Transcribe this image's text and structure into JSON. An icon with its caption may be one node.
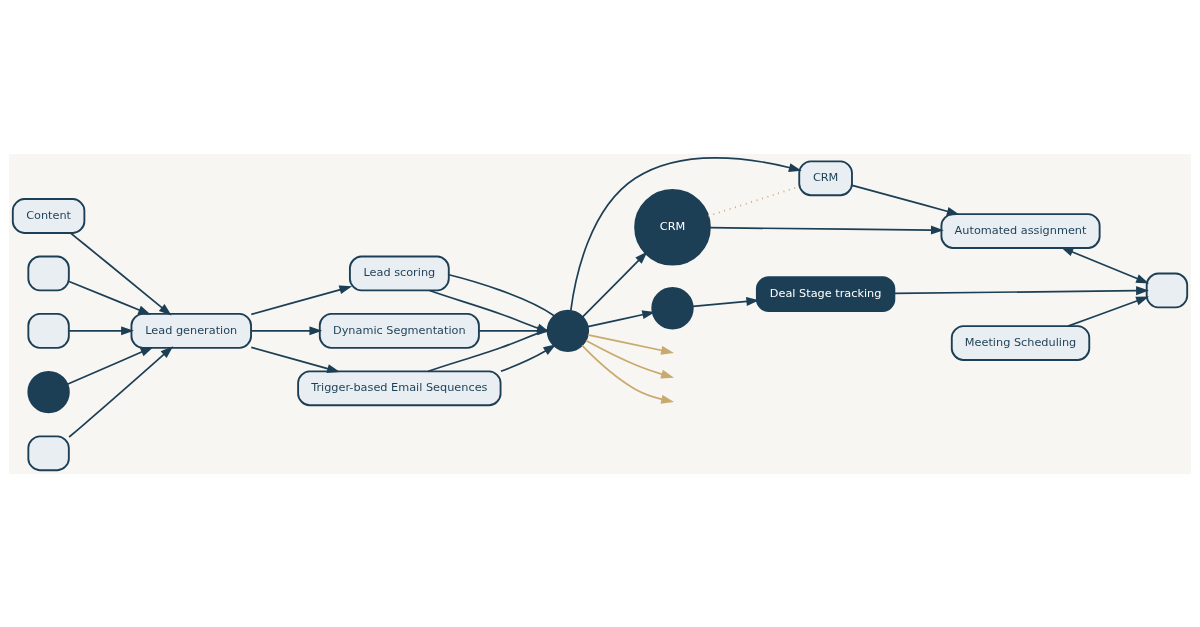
{
  "diagram": {
    "nodes": [
      {
        "text": [
          "Content"
        ]
      },
      {
        "text": [],
        "shape": "box"
      },
      {
        "text": [],
        "shape": "box"
      },
      {
        "text": [],
        "shape": "circle"
      },
      {
        "text": [
          "Lead generation"
        ]
      },
      {
        "text": [],
        "shape": "box"
      },
      {
        "text": [
          "Lead scoring"
        ]
      },
      {
        "text": [
          "Dynamic Segmentation"
        ]
      },
      {
        "text": [
          "Trigger-based Email Sequences"
        ]
      },
      {
        "text": [],
        "shape": "circle"
      },
      {
        "text": [
          "CRM"
        ]
      },
      {
        "text": [
          "CRM"
        ]
      },
      {
        "text": [],
        "shape": "circle"
      },
      {
        "text": [
          "Automated assignment"
        ]
      },
      {
        "text": [
          "Meeting Scheduling"
        ]
      },
      {
        "text": [
          "Deal Stage tracking"
        ]
      },
      {
        "text": [],
        "shape": "box"
      }
    ],
    "edges": [
      {
        "from": 0,
        "to": 4,
        "arrow": "to"
      },
      {
        "from": 1,
        "to": 4,
        "arrow": "to"
      },
      {
        "from": 2,
        "to": 4,
        "arrow": "to"
      },
      {
        "from": 3,
        "to": 4,
        "arrow": "to"
      },
      {
        "from": 5,
        "to": 4,
        "arrow": "to"
      },
      {
        "from": 4,
        "to": 6,
        "arrow": "to"
      },
      {
        "from": 4,
        "to": 7,
        "arrow": "to"
      },
      {
        "from": 4,
        "to": 8,
        "arrow": "to"
      },
      {
        "from": 6,
        "to": 9,
        "arrow": "to"
      },
      {
        "from": 6,
        "to": 9,
        "arrow": "none"
      },
      {
        "from": 7,
        "to": 9,
        "arrow": "to"
      },
      {
        "from": 8,
        "to": 9,
        "arrow": "to"
      },
      {
        "from": 8,
        "to": 9,
        "arrow": "none"
      },
      {
        "from": 9,
        "to": null,
        "arrow": "to",
        "color": "#c9a96e"
      },
      {
        "from": 9,
        "to": null,
        "arrow": "to",
        "color": "#c9a96e"
      },
      {
        "from": 9,
        "to": null,
        "arrow": "to",
        "color": "#c9a96e"
      },
      {
        "from": 9,
        "to": 10,
        "arrow": "to"
      },
      {
        "from": 9,
        "to": 11,
        "arrow": "to"
      },
      {
        "from": 9,
        "to": 12,
        "arrow": "to"
      },
      {
        "from": 10,
        "to": 13,
        "arrow": "to"
      },
      {
        "from": 10,
        "to": 11,
        "arrow": "none",
        "style": "dashed",
        "color": "#c9a96e"
      },
      {
        "from": 11,
        "to": 13,
        "arrow": "to"
      },
      {
        "from": 12,
        "to": 15,
        "arrow": "to"
      },
      {
        "from": 13,
        "to": 16,
        "arrow": "both"
      },
      {
        "from": 14,
        "to": 16,
        "arrow": "to"
      },
      {
        "from": 15,
        "to": 16,
        "arrow": "to"
      }
    ]
  }
}
